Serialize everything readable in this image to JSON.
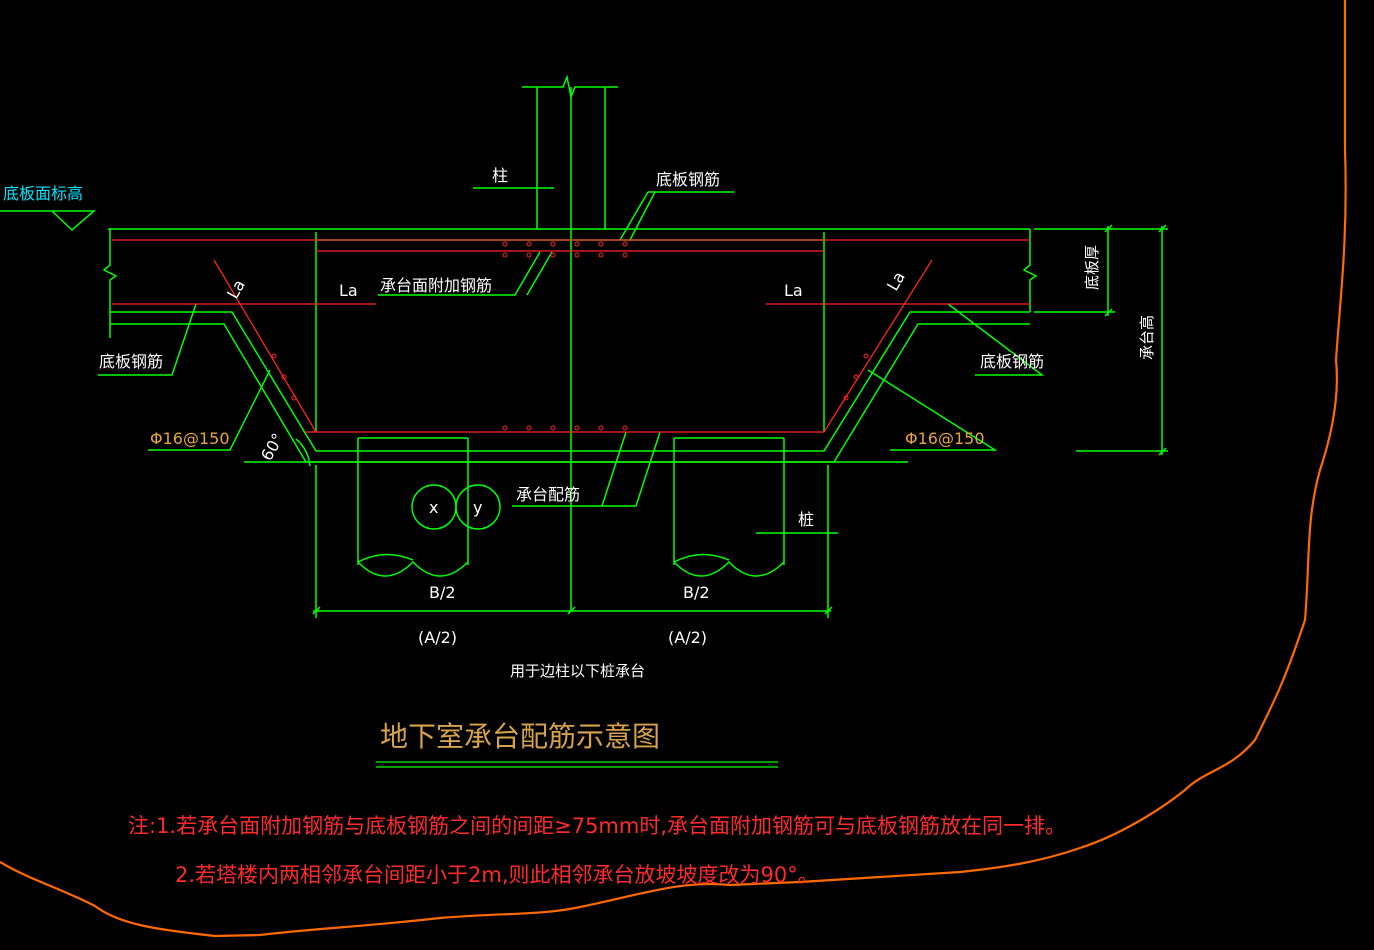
{
  "colors": {
    "background": "#000000",
    "outline": "#00ff00",
    "rebar": "#ff2222",
    "text": "#ffffff",
    "cyan_label": "#00e5ff",
    "title": "#d6a24a",
    "note": "#ff2a2a",
    "boundary": "#ff6a00"
  },
  "labels": {
    "slab_top_elevation": "底板面标高",
    "column_top": "柱",
    "slab_rebar_top": "底板钢筋",
    "cap_top_additional_rebar": "承台面附加钢筋",
    "la_left_horizontal": "La",
    "la_left_slope": "La",
    "la_right_horizontal": "La",
    "la_right_slope": "La",
    "slab_rebar_left": "底板钢筋",
    "slab_rebar_right": "底板钢筋",
    "stirrup_left": "Φ16@150",
    "stirrup_right": "Φ16@150",
    "angle": "60°",
    "slab_thickness": "底板厚",
    "cap_height": "承台高",
    "cap_rebar": "承台配筋",
    "circle_x": "x",
    "circle_y": "y",
    "pile": "桩",
    "half_b_left": "B/2",
    "half_b_right": "B/2",
    "half_a_left": "(A/2)",
    "half_a_right": "(A/2)",
    "caption": "用于边柱以下桩承台"
  },
  "title": "地下室承台配筋示意图",
  "notes": {
    "note1": "注:1.若承台面附加钢筋与底板钢筋之间的间距≥75mm时,承台面附加钢筋可与底板钢筋放在同一排。",
    "note2": "2.若塔楼内两相邻承台间距小于2m,则此相邻承台放坡坡度改为90°。"
  }
}
